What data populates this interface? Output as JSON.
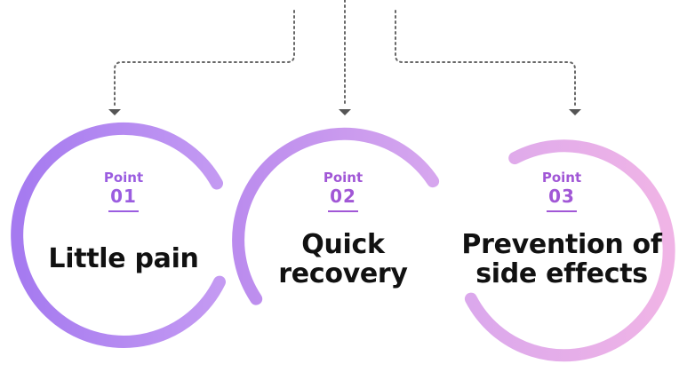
{
  "points": [
    {
      "label": "Point",
      "number": "01",
      "title_lines": [
        "Little pain"
      ],
      "color": "#9b5de0"
    },
    {
      "label": "Point",
      "number": "02",
      "title_lines": [
        "Quick",
        "recovery"
      ],
      "color": "#a157d6"
    },
    {
      "label": "Point",
      "number": "03",
      "title_lines": [
        "Prevention of",
        "side effects"
      ],
      "color": "#a157d6"
    }
  ],
  "colors": {
    "ring_1_start": "#a57af0",
    "ring_1_end": "#c49af2",
    "ring_2_start": "#bb8cee",
    "ring_2_end": "#d6a6ee",
    "ring_3_start": "#dba8ec",
    "ring_3_end": "#f0b4e6",
    "connector": "#666666",
    "arrow": "#555555"
  }
}
